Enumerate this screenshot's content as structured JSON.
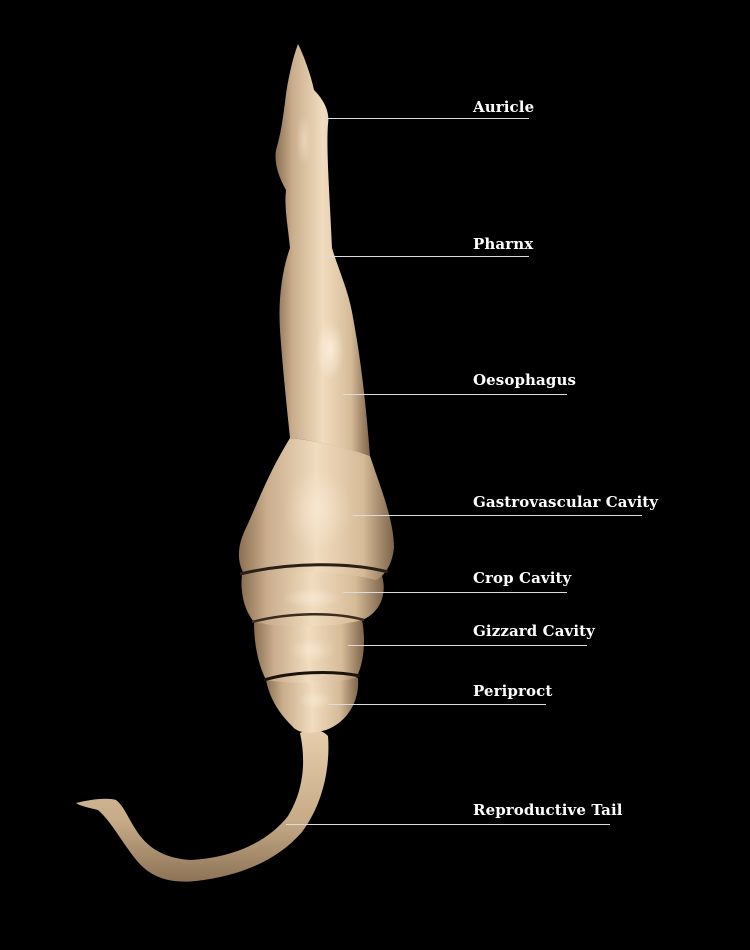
{
  "background_color": "#000000",
  "specimen_color": "#e8cfae",
  "label_color": "#ffffff",
  "leader_color": "#dcdcdc",
  "labels": [
    {
      "id": "auricle",
      "text": "Auricle"
    },
    {
      "id": "pharnx",
      "text": "Pharnx"
    },
    {
      "id": "oesophagus",
      "text": "Oesophagus"
    },
    {
      "id": "gastrovascular-cavity",
      "text": "Gastrovascular Cavity"
    },
    {
      "id": "crop-cavity",
      "text": "Crop Cavity"
    },
    {
      "id": "gizzard-cavity",
      "text": "Gizzard Cavity"
    },
    {
      "id": "periproct",
      "text": "Periproct"
    },
    {
      "id": "reproductive-tail",
      "text": "Reproductive Tail"
    }
  ]
}
